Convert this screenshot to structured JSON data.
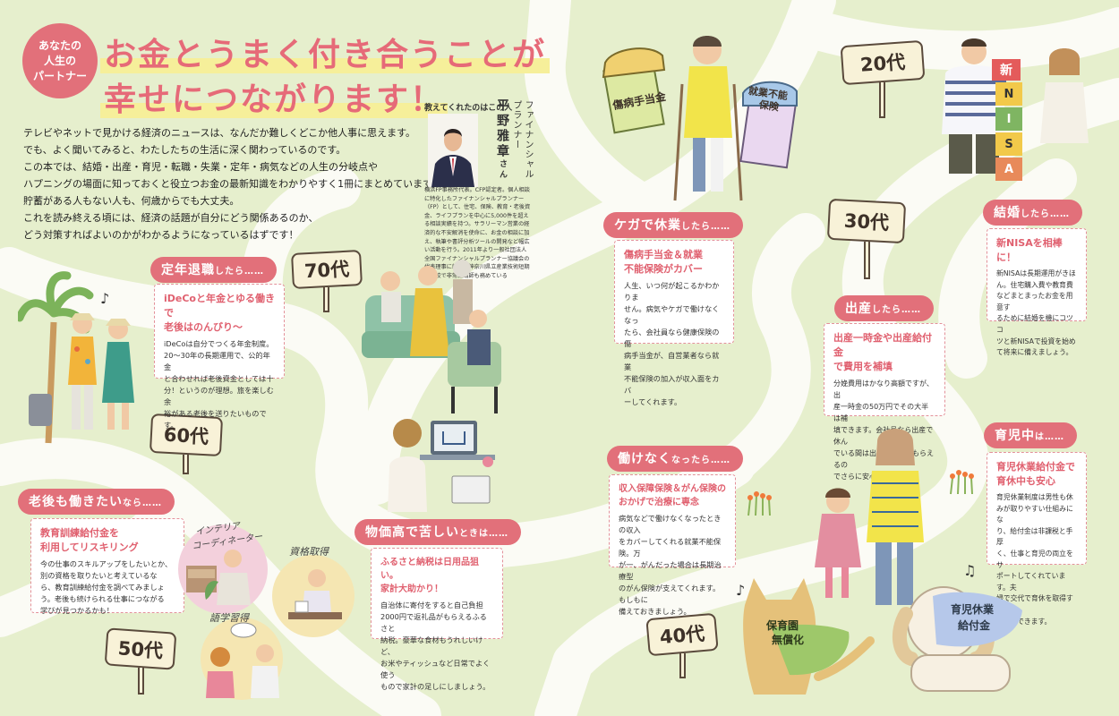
{
  "badge": "あなたの\n人生の\nパートナー",
  "title": {
    "line1": "お金とうまく付き合うことが",
    "line2": "幸せにつながります！"
  },
  "intro": [
    "テレビやネットで見かける経済のニュースは、なんだか難しくどこか他人事に思えます。",
    "でも、よく聞いてみると、わたしたちの生活に深く関わっているのです。",
    "この本では、結婚・出産・育児・転職・失業・定年・病気などの人生の分岐点や",
    "ハプニングの場面に知っておくと役立つお金の最新知識をわかりやすく1冊にまとめています。",
    "貯蓄がある人もない人も、何歳からでも大丈夫。",
    "これを読み終える頃には、経済の話題が自分にどう関係あるのか、",
    "どう対策すればよいのかがわかるようになっているはずです！"
  ],
  "expert": {
    "caption": "教えてくれたのはこの人",
    "role1": "ファイナンシャル",
    "role2": "プランナー",
    "name": "平野雅章",
    "honorific": "さん",
    "bio": "横浜FP事務所代表。CFP認定者。個人相談に特化したファイナンシャルプランナー（FP）として、住宅、保険、教育・老後資金、ライフプランを中心に5,000件を超える相談実績を持つ。サラリーマン営業の経済的な不安解消を使命に、お金の相談に加え、執筆や書評分析ツールの開発など幅広い活動を行う。2011年より一般社団法人全国ファイナンシャルプランナー協議会の代表理事に就任。神奈川県立産業技術短期大学校で非常勤講師も務めている"
  },
  "signs": {
    "s20": "20代",
    "s30": "30代",
    "s40": "40代",
    "s50": "50代",
    "s60": "60代",
    "s70": "70代"
  },
  "sections": {
    "teinen": {
      "tag": "定年退職",
      "suffix": "したら……",
      "head": "iDeCoと年金とゆる働きで\n老後はのんびり～",
      "body": "iDeCoは自分でつくる年金制度。\n20～30年の長期運用で、公的年金\nと合わせれば老後資金としては十\n分！というのが理想。旅を楽しむ余\n裕がある老後を送りたいものです。"
    },
    "rougo": {
      "tag": "老後も働きたい",
      "suffix": "なら……",
      "head": "教育訓練給付金を\n利用してリスキリング",
      "body": "今の仕事のスキルアップをしたいとか、\n別の資格を取りたいと考えているな\nら、教育訓練給付金を調べてみましょ\nう。老後も続けられる仕事につながる\n学びが見つかるかも！"
    },
    "bukka": {
      "tag": "物価高で苦しい",
      "suffix": "ときは……",
      "head": "ふるさと納税は日用品狙い。\n家計大助かり！",
      "body": "自治体に寄付をすると自己負担\n2000円で返礼品がもらえるふるさと\n納税。豪華な食材もうれしいけど、\nお米やティッシュなど日常でよく使う\nもので家計の足しにしましょう。"
    },
    "kega": {
      "tag": "ケガで休業",
      "suffix": "したら……",
      "head": "傷病手当金＆就業\n不能保険がカバー",
      "body": "人生、いつ何が起こるかわかりま\nせん。病気やケガで働けなくなっ\nたら、会社員なら健康保険の傷\n病手当金が、自営業者なら就業\n不能保険の加入が収入面をカバ\nーしてくれます。"
    },
    "hatarake": {
      "tag": "働けなく",
      "suffix": "なったら……",
      "head": "収入保障保険＆がん保険の\nおかげで治療に専念",
      "body": "病気などで働けなくなったときの収入\nをカバーしてくれる就業不能保険。万\nが一、がんだった場合は長期治療型\nのがん保険が支えてくれます。もしもに\n備えておきましょう。"
    },
    "kekkon": {
      "tag": "結婚",
      "suffix": "したら……",
      "head": "新NISAを相棒に！",
      "body": "新NISAは長期運用がきほ\nん。住宅購入費や教育費\nなどまとまったお金を用意す\nるために結婚を機にコツコ\nツと新NISAで投資を始め\nて将来に備えましょう。"
    },
    "shussan": {
      "tag": "出産",
      "suffix": "したら……",
      "head": "出産一時金や出産給付金\nで費用を補填",
      "body": "分娩費用はかなり高額ですが、出\n産一時金の50万円でその大半は補\n填できます。会社員なら出産で休ん\nでいる間は出産給付金がもらえるの\nでさらに安心です。"
    },
    "ikuji": {
      "tag": "育児中",
      "suffix": "は……",
      "head": "育児休業給付金で\n育休中も安心",
      "body": "育児休業制度は男性も休\nみが取りやすい仕組みにな\nり、給付金は非課税と手厚\nく、仕事と育児の両立をサ\nポートしてくれています。夫\n婦で交代で育休を取得する\nこともできます。"
    }
  },
  "illustration_labels": {
    "shoubyou": "傷病手当金",
    "shugyou1": "就業不能",
    "shugyou2": "保険",
    "interior1": "インテリア",
    "interior2": "コーディネーター",
    "shikaku": "資格取得",
    "gogaku": "語学習得",
    "nisa_blocks": [
      "新",
      "N",
      "I",
      "S",
      "A"
    ],
    "hoikuen1": "保育園",
    "hoikuen2": "無償化",
    "ikukyu1": "育児休業",
    "ikukyu2": "給付金"
  },
  "colors": {
    "accent": "#e2707a",
    "title": "#e66a78",
    "road": "#fbfbf5",
    "background": "#e6efcd"
  }
}
